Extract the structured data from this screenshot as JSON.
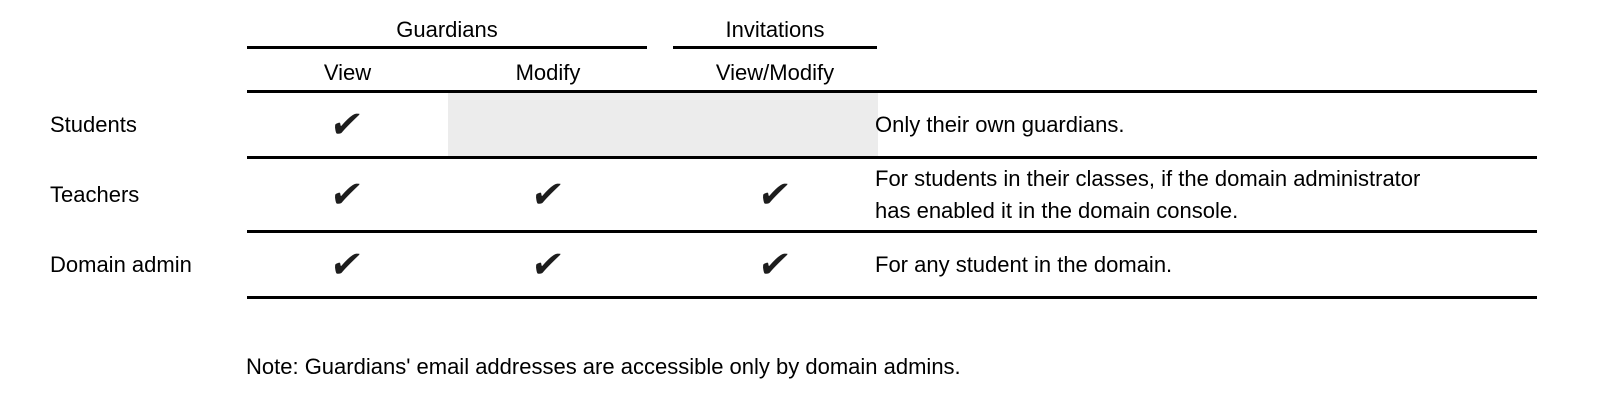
{
  "table": {
    "check_glyph": "✔",
    "column_groups": [
      {
        "label": "Guardians",
        "columns": [
          "View",
          "Modify"
        ]
      },
      {
        "label": "Invitations",
        "columns": [
          "View/Modify"
        ]
      }
    ],
    "col_headers": {
      "guardians_view": "View",
      "guardians_modify": "Modify",
      "invitations_view_modify": "View/Modify"
    },
    "rows": [
      {
        "label": "Students",
        "checks": {
          "guardians_view": true,
          "guardians_modify": false,
          "invitations_view_modify": false
        },
        "note": "Only their own guardians."
      },
      {
        "label": "Teachers",
        "checks": {
          "guardians_view": true,
          "guardians_modify": true,
          "invitations_view_modify": true
        },
        "note": "For students in their classes, if the domain administrator\nhas enabled it in the domain console."
      },
      {
        "label": "Domain admin",
        "checks": {
          "guardians_view": true,
          "guardians_modify": true,
          "invitations_view_modify": true
        },
        "note": "For any student in the domain."
      }
    ]
  },
  "footnote": "Note: Guardians' email addresses are accessible only by domain admins.",
  "colors": {
    "text": "#000000",
    "line": "#000000",
    "disabled_cell": "#ececec"
  }
}
